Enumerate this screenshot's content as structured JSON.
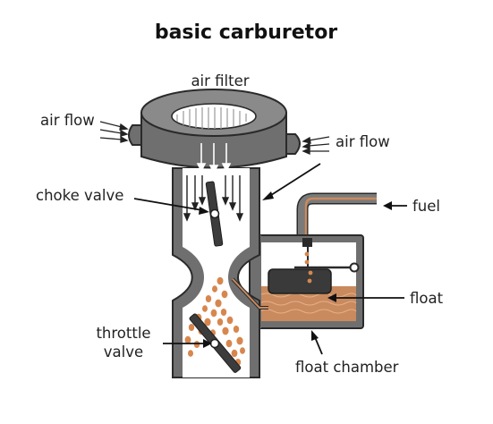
{
  "title": "basic carburetor",
  "labels": {
    "air_filter": "air filter",
    "air_flow_left": "air flow",
    "air_flow_right": "air flow",
    "choke_valve": "choke valve",
    "fuel": "fuel",
    "float": "float",
    "throttle_line1": "throttle",
    "throttle_line2": "valve",
    "float_chamber": "float chamber"
  },
  "colors": {
    "body_gray": "#6f6f6f",
    "outline": "#2a2a2a",
    "fuel_orange": "#d7874e",
    "fuel_liquid": "#c98a5e",
    "float_dark": "#3a3a3a"
  }
}
